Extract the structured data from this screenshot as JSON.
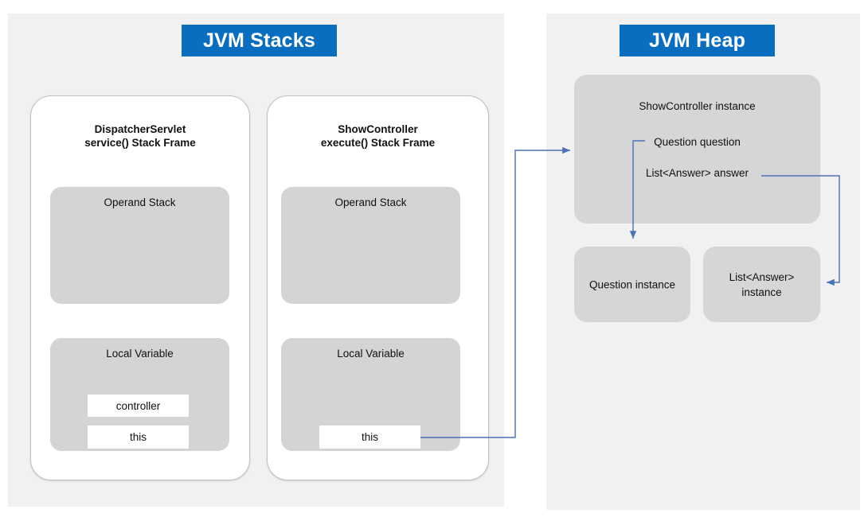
{
  "diagram": {
    "title_blocks": [
      {
        "id": "jvm-stacks",
        "label": "JVM Stacks"
      },
      {
        "id": "jvm-heap",
        "label": "JVM Heap"
      }
    ],
    "accent_color": "#0a6ec0",
    "panel_bg": "#f1f1f1",
    "block_gray": "#d4d4d4",
    "heap_gray": "#d6d6d6",
    "connector_color": "#4a72b8"
  },
  "stacks": {
    "title": "JVM Stacks",
    "frames": [
      {
        "id": "dispatcher-servlet-frame",
        "heading_line1": "DispatcherServlet",
        "heading_line2": "service() Stack Frame",
        "operand_stack_label": "Operand Stack",
        "local_variable_label": "Local Variable",
        "slots": [
          {
            "id": "controller",
            "label": "controller"
          },
          {
            "id": "this",
            "label": "this"
          }
        ]
      },
      {
        "id": "show-controller-frame",
        "heading_line1": "ShowController",
        "heading_line2": "execute() Stack Frame",
        "operand_stack_label": "Operand Stack",
        "local_variable_label": "Local Variable",
        "slots": [
          {
            "id": "this",
            "label": "this"
          }
        ]
      }
    ]
  },
  "heap": {
    "title": "JVM Heap",
    "objects": [
      {
        "id": "show-controller-instance",
        "label": "ShowController instance",
        "fields": [
          {
            "id": "question-field",
            "label": "Question question"
          },
          {
            "id": "answer-field",
            "label": "List<Answer> answer"
          }
        ]
      },
      {
        "id": "question-instance",
        "label": "Question instance"
      },
      {
        "id": "list-answer-instance",
        "label_line1": "List<Answer>",
        "label_line2": "instance"
      }
    ]
  },
  "connectors": [
    {
      "id": "this-to-showcontroller-instance",
      "from": "show-controller-frame.local-variable.this",
      "to": "show-controller-instance"
    },
    {
      "id": "question-field-to-question-instance",
      "from": "show-controller-instance.question-field",
      "to": "question-instance"
    },
    {
      "id": "answer-field-to-list-answer-instance",
      "from": "show-controller-instance.answer-field",
      "to": "list-answer-instance"
    }
  ]
}
